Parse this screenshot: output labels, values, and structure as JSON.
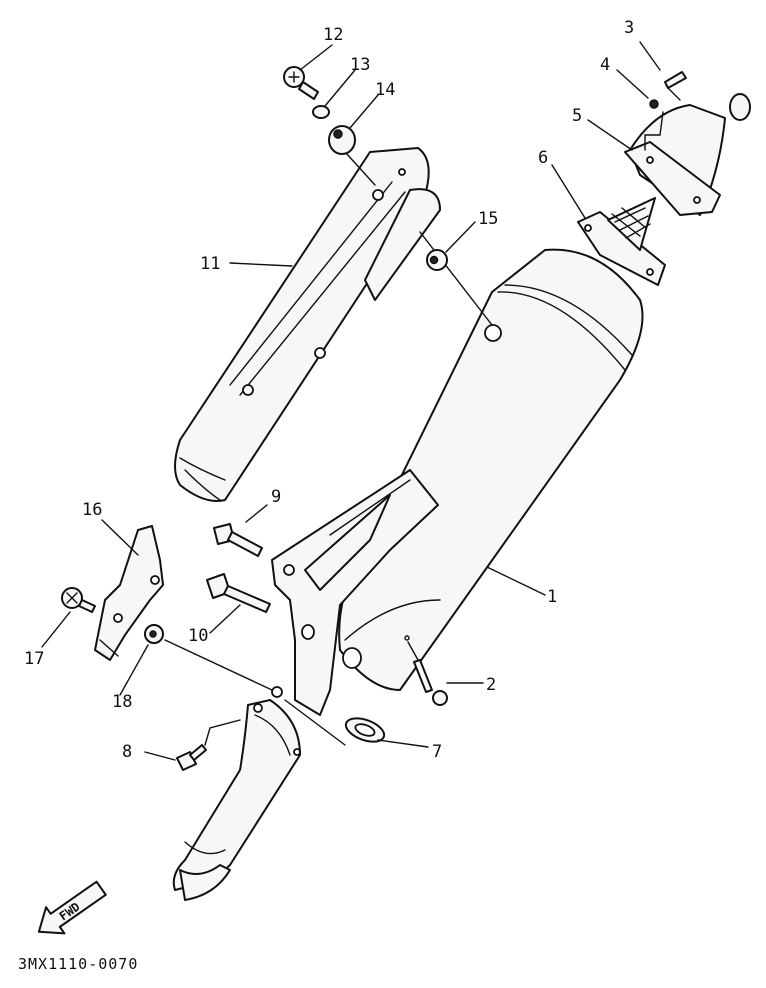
{
  "drawing_code": "3MX1110-0070",
  "direction_label": "FWD",
  "callouts": {
    "c1": "1",
    "c2": "2",
    "c3": "3",
    "c4": "4",
    "c5": "5",
    "c6": "6",
    "c7": "7",
    "c8": "8",
    "c9": "9",
    "c10": "10",
    "c11": "11",
    "c12": "12",
    "c13": "13",
    "c14": "14",
    "c15": "15",
    "c16": "16",
    "c17": "17",
    "c18": "18"
  }
}
